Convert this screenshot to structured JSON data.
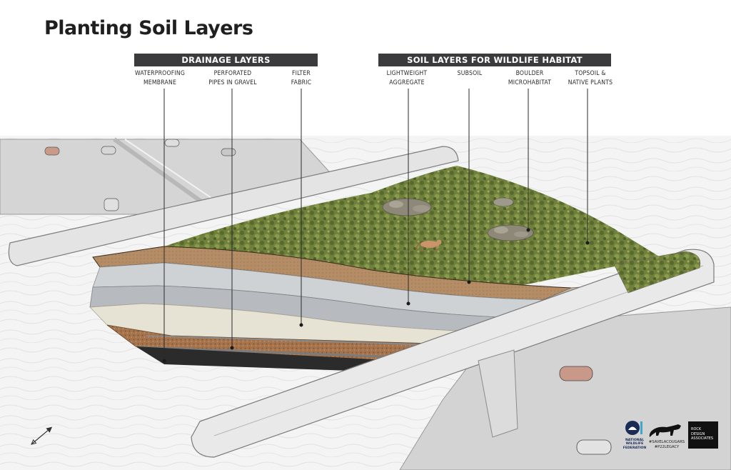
{
  "title": "Planting Soil Layers",
  "groups": {
    "drainage": "DRAINAGE LAYERS",
    "soil": "SOIL LAYERS FOR WILDLIFE HABITAT"
  },
  "layers": {
    "waterproofing": "WATERPROOFING\nMEMBRANE",
    "pipes": "PERFORATED\nPIPES IN GRAVEL",
    "filter": "FILTER\nFABRIC",
    "aggregate": "LIGHTWEIGHT\nAGGREGATE",
    "subsoil": "SUBSOIL",
    "boulder": "BOULDER\nMICROHABITAT",
    "topsoil": "TOPSOIL &\nNATIVE PLANTS"
  },
  "logos": {
    "nwf": "NATIONAL\nWILDLIFE\nFEDERATION",
    "hashtag1": "#SAVELACOUGARS",
    "hashtag2": "#P22LEGACY",
    "rda": "ROCK\nDESIGN\nASSOCIATES"
  },
  "colors": {
    "bar": "#3b3b3d",
    "vegetation": "#6f7f3c",
    "topsoil": "#b08a62",
    "aggregate": "#bfc2c6",
    "filter": "#e4e0d2",
    "gravel": "#9e6b45",
    "membrane": "#2b2b2b",
    "concrete": "#dcdcdc"
  }
}
